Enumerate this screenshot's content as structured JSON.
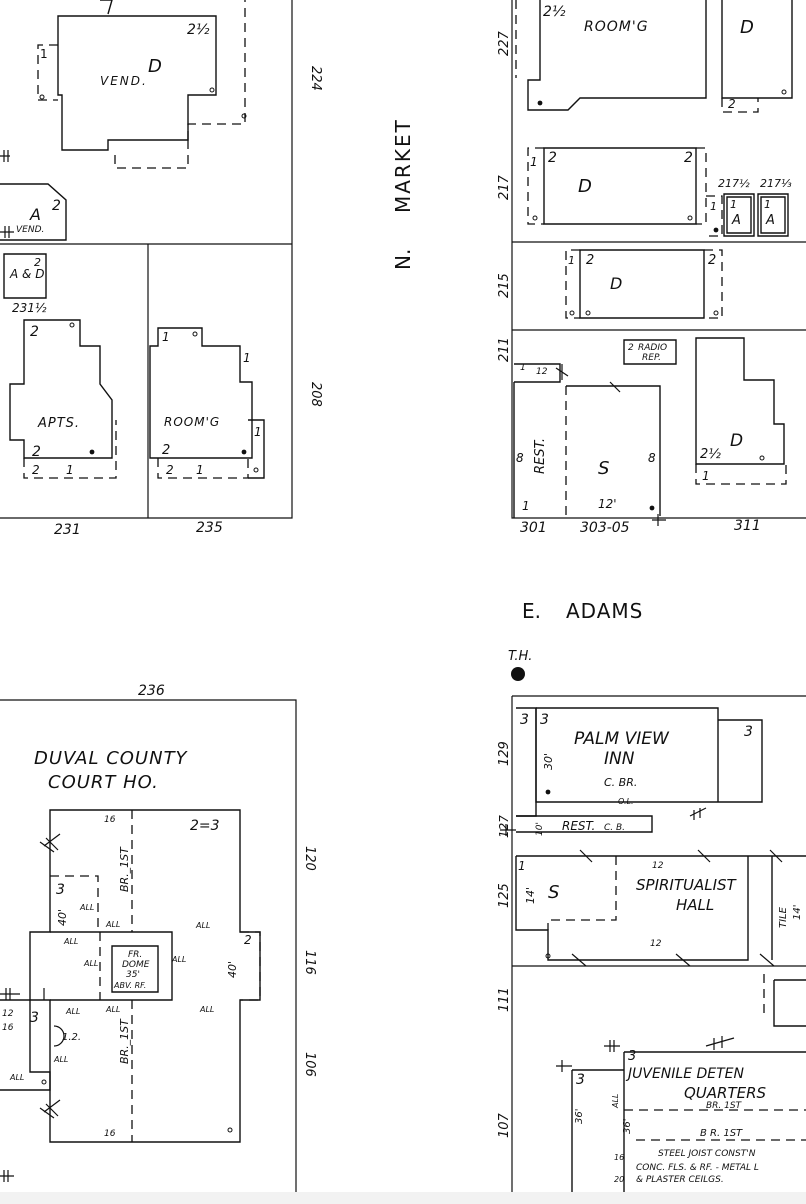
{
  "streets": {
    "n_market_prefix": "N.",
    "n_market_name": "MARKET",
    "e_adams_prefix": "E.",
    "e_adams_name": "ADAMS"
  },
  "top_left_block": {
    "vend_label": "VEND.",
    "vend_class": "D",
    "vend_height": "2½",
    "vend_side_floors": "1",
    "small_building_class": "A",
    "small_building_floors": "2",
    "small_building_use": "VEND.",
    "a_and_d_label": "A & D",
    "a_and_d_floors": "2",
    "a_and_d_address": "231½",
    "apts_label": "APTS.",
    "apts_floors_top": "2",
    "apts_floors_bottom": "2",
    "apts_rear_a": "2",
    "apts_rear_b": "1",
    "roomg_label": "ROOM'G",
    "roomg_floors_top": "1",
    "roomg_floors_mid": "2",
    "roomg_rear_a": "2",
    "roomg_rear_b": "1",
    "roomg_side_a": "1",
    "roomg_side_b": "1",
    "addr_224": "224",
    "addr_208": "208",
    "addr_231": "231",
    "addr_235": "235"
  },
  "top_right_block": {
    "roomg_label": "ROOM'G",
    "roomg_height": "2½",
    "roomg_d": "D",
    "roomg_rear": "2",
    "b217_class": "D",
    "b217_floors_left": "2",
    "b217_floors_right": "2",
    "b217_side": "1",
    "addr_217_half": "217½",
    "addr_217_third": "217⅓",
    "unit_a1": "A",
    "unit_a1_floors": "1",
    "unit_a2": "A",
    "unit_a2_floors": "1",
    "b215_class": "D",
    "b215_floors_left": "2",
    "b215_floors_right": "2",
    "b215_side": "1",
    "radio_floors": "2",
    "radio_label": "RADIO",
    "radio_label2": "REP.",
    "rest_label": "REST.",
    "rest_height_top": "12",
    "rest_side": "8",
    "rest_floor": "1",
    "s_label": "S",
    "s_side": "8",
    "s_height": "12'",
    "d311_class": "D",
    "d311_height": "2½",
    "d311_rear": "1",
    "addr_227": "227",
    "addr_217": "217",
    "addr_215": "215",
    "addr_211": "211",
    "addr_301": "301",
    "addr_303": "303-05",
    "addr_311": "311"
  },
  "bottom_left_block": {
    "court_title_1": "DUVAL COUNTY",
    "court_title_2": "COURT HO.",
    "court_fl_23": "2=3",
    "court_br_1st_top": "BR._1ST",
    "court_br_1st_bottom": "BR._1ST",
    "court_wing_floors": "3",
    "court_wing_height": "40'",
    "court_right_height": "40'",
    "court_right_floors": "2",
    "dome_line1": "FR.",
    "dome_line2": "DOME",
    "dome_line3": "35'",
    "dome_line4": "ABV. RF.",
    "all": "ALL",
    "num_16": "16",
    "num_12": "12",
    "annex_floors": "3",
    "annex_height": "1.2.",
    "addr_236": "236",
    "addr_120": "120",
    "addr_116": "116",
    "addr_106": "106"
  },
  "bottom_right_block": {
    "hydrant_label": "T.H.",
    "palm_1": "PALM VIEW",
    "palm_2": "INN",
    "palm_c_br": "C.   BR.",
    "palm_floors_a": "3",
    "palm_floors_b": "3",
    "palm_height": "30'",
    "palm_rear_floors": "3",
    "palm_ol": "O.L.",
    "rest_label": "REST.",
    "rest_cb": "C. B.",
    "rest_height": "10'",
    "spirit_1": "SPIRITUALIST",
    "spirit_2": "HALL",
    "spirit_s": "S",
    "spirit_height": "14'",
    "spirit_floors": "1",
    "spirit_12a": "12",
    "spirit_12b": "12",
    "tile_label": "TILE",
    "tile_height": "14'",
    "juv_1": "JUVENILE DETEN",
    "juv_2": "QUARTERS",
    "juv_br_1st_a": "BR.    1ST",
    "juv_br_1st_b": "B R.     1ST",
    "juv_floors": "3",
    "juv_left_floors": "3",
    "juv_height_a": "36'",
    "juv_height_b": "36'",
    "juv_all": "ALL",
    "juv_steel_1": "STEEL JOIST CONST'N",
    "juv_steel_2": "CONC. FLS. & RF. - METAL L",
    "juv_steel_3": "& PLASTER CEILGS.",
    "juv_16": "16",
    "juv_20": "20",
    "addr_129": "129",
    "addr_127": "127",
    "addr_125": "125",
    "addr_111": "111",
    "addr_107": "107"
  }
}
